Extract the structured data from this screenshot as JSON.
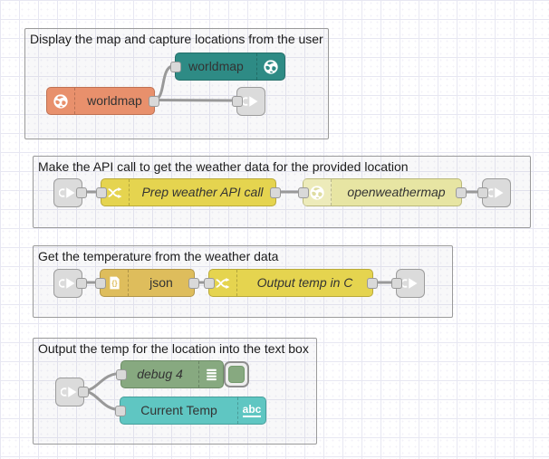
{
  "canvas": {
    "background": "#ffffff",
    "grid_line_color": "#e7e7f2",
    "wire_color": "#999999",
    "port_color": "#d9d9d9",
    "link_node_color": "#dbdbdb"
  },
  "groups": [
    {
      "label": "Display the map and capture locations from the user"
    },
    {
      "label": "Make the API call to get the weather data for the provided location"
    },
    {
      "label": "Get the temperature from the weather data"
    },
    {
      "label": "Output the temp for the location into the text box"
    }
  ],
  "nodes": {
    "worldmap_in": {
      "label": "worldmap",
      "color": "#2e8b85"
    },
    "worldmap": {
      "label": "worldmap",
      "color": "#e8906c"
    },
    "prep_weather": {
      "label": "Prep weather API call",
      "color": "#e5d44f"
    },
    "openweathermap": {
      "label": "openweathermap",
      "color": "#e7e5a3"
    },
    "json": {
      "label": "json",
      "color": "#debd5c"
    },
    "output_temp": {
      "label": "Output temp in C",
      "color": "#e5d44f"
    },
    "debug": {
      "label": "debug 4",
      "color": "#87a980",
      "enabled": true
    },
    "current_temp": {
      "label": "Current Temp",
      "color": "#5fc6c2",
      "icon_text": "abc"
    }
  }
}
